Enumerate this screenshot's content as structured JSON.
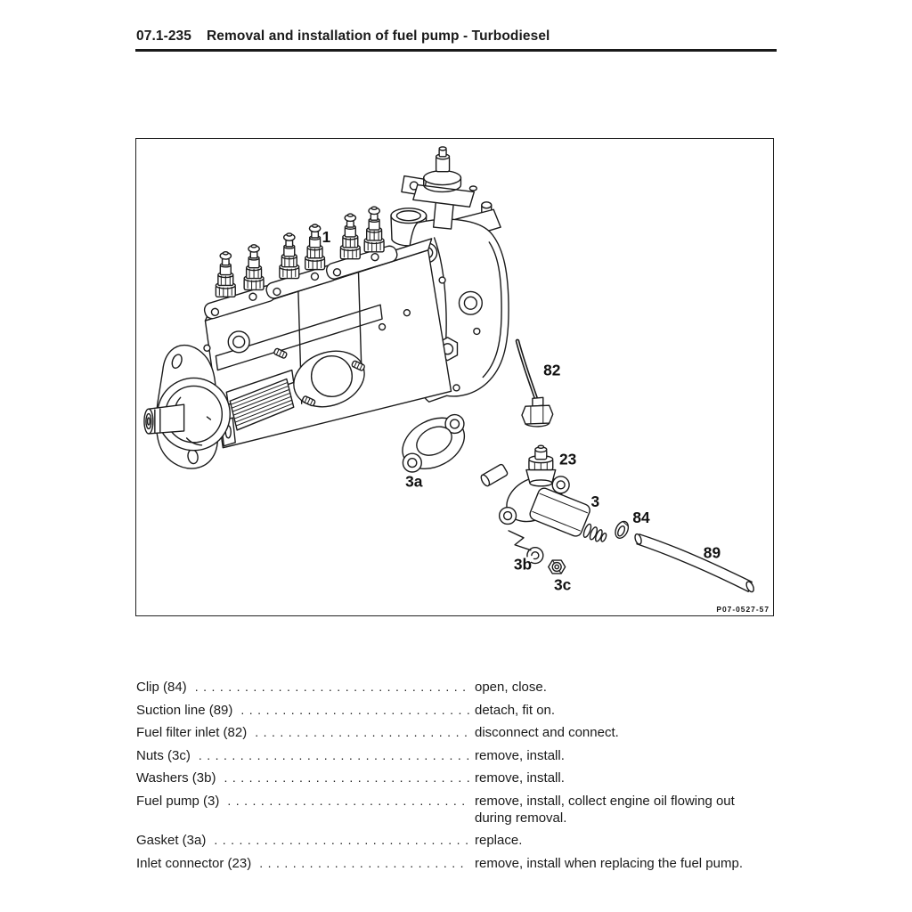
{
  "header": {
    "code": "07.1-235",
    "title": "Removal and installation of fuel pump - Turbodiesel"
  },
  "figure": {
    "code": "P07-0527-57",
    "callouts": {
      "pump_assembly": "1",
      "fuel_filter_inlet": "82",
      "inlet_connector": "23",
      "gasket": "3a",
      "fuel_pump": "3",
      "clip": "84",
      "suction_line": "89",
      "washers": "3b",
      "nuts": "3c"
    }
  },
  "table": {
    "dot_leader": "............................................................",
    "rows": [
      {
        "item": "Clip (84)",
        "action": "open, close."
      },
      {
        "item": "Suction line (89)",
        "action": "detach, fit on."
      },
      {
        "item": "Fuel filter inlet (82)",
        "action": "disconnect and connect."
      },
      {
        "item": "Nuts (3c)",
        "action": "remove, install."
      },
      {
        "item": "Washers (3b)",
        "action": "remove, install."
      },
      {
        "item": "Fuel pump (3)",
        "action": "remove, install, collect engine oil flowing out during removal."
      },
      {
        "item": "Gasket (3a)",
        "action": "replace."
      },
      {
        "item": "Inlet connector (23)",
        "action": "remove, install when replacing the fuel pump."
      }
    ]
  }
}
